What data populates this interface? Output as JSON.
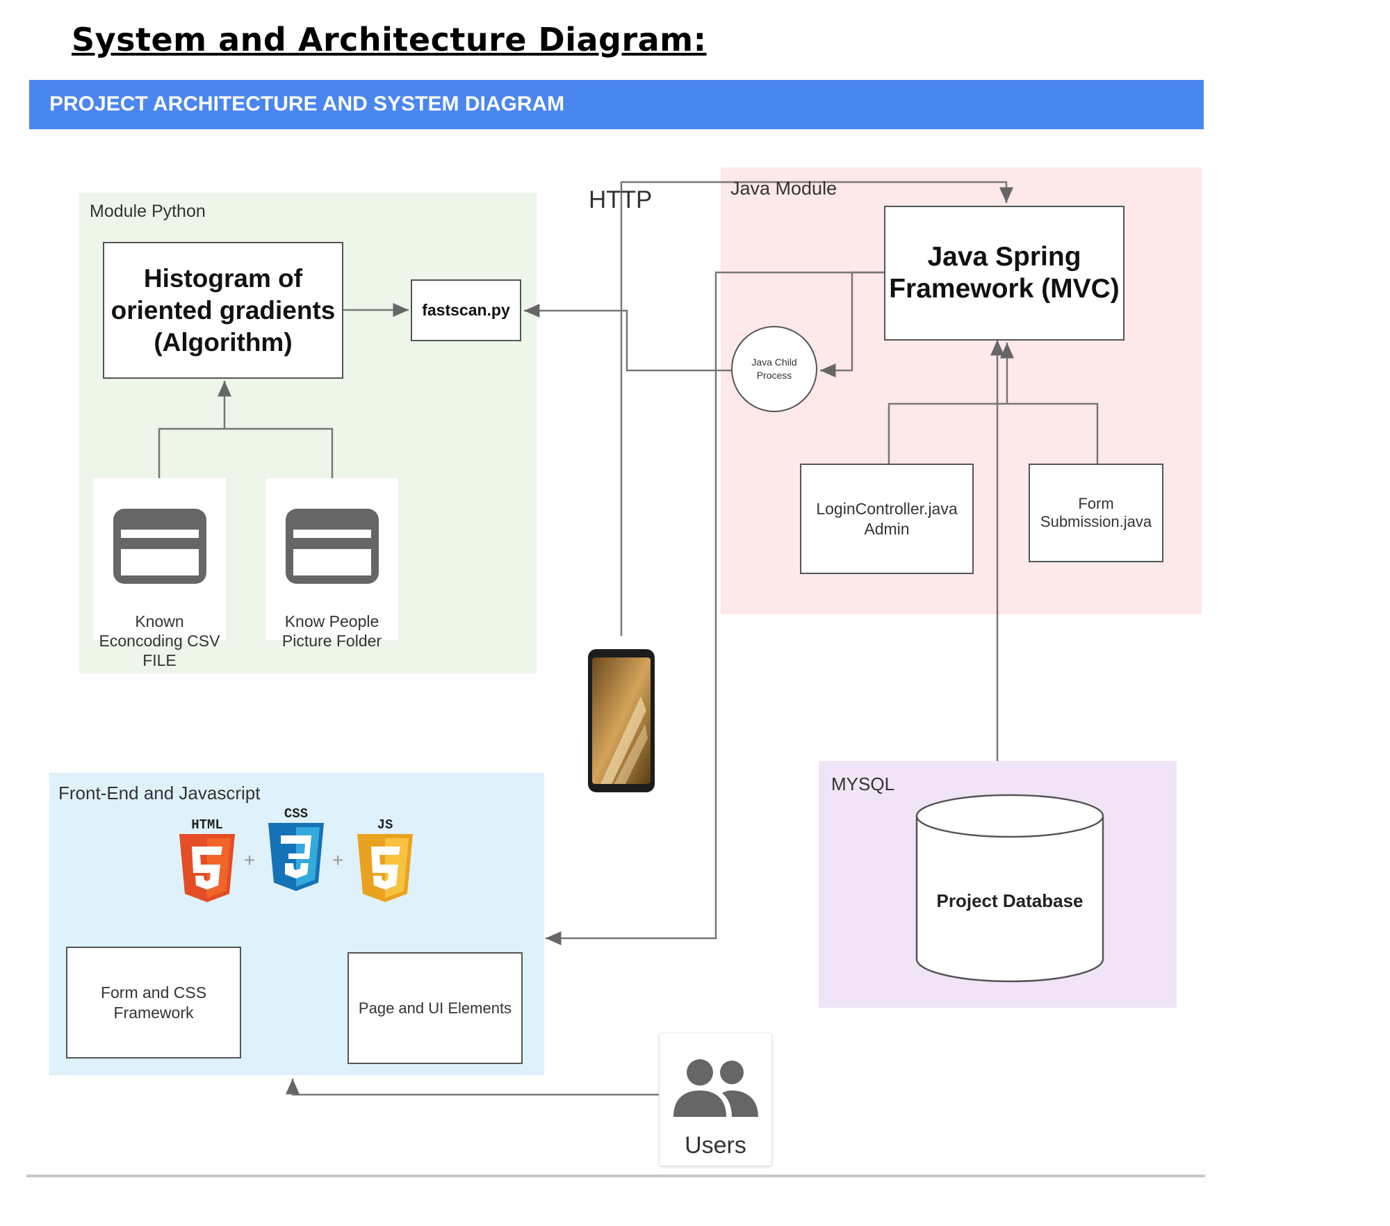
{
  "heading": "System and Architecture Diagram:",
  "banner": "PROJECT ARCHITECTURE AND SYSTEM DIAGRAM",
  "python_module": {
    "label": "Module Python",
    "algorithm": "Histogram of\noriented gradients\n(Algorithm)",
    "script": "fastscan.py",
    "card1": "Known\nEconcoding CSV\nFILE",
    "card2": "Know People\nPicture Folder"
  },
  "http_label": "HTTP",
  "java_module": {
    "label": "Java Module",
    "framework": "Java Spring\nFramework (MVC)",
    "child_process": "Java Child\nProcess",
    "login": "LoginController.java\nAdmin",
    "form": "Form\nSubmission.java"
  },
  "frontend": {
    "label": "Front-End and Javascript",
    "html_badge": "HTML",
    "css_badge": "CSS",
    "js_badge": "JS",
    "plus": "+",
    "form_css": "Form and CSS\nFramework",
    "page_ui": "Page and UI Elements"
  },
  "mysql": {
    "label": "MYSQL",
    "database": "Project Database"
  },
  "users": "Users",
  "colors": {
    "banner": "#4a86f0",
    "python_zone": "#eef5e9",
    "java_zone": "#fde8ea",
    "frontend_zone": "#dff1fb",
    "mysql_zone": "#f1e4f6",
    "html5": "#e44d26",
    "css3": "#2965f1",
    "js": "#f0b429"
  },
  "icons": [
    "credit-card-icon",
    "credit-card-icon",
    "smartphone-icon",
    "html5-icon",
    "css3-icon",
    "js-icon",
    "database-icon",
    "users-icon"
  ]
}
